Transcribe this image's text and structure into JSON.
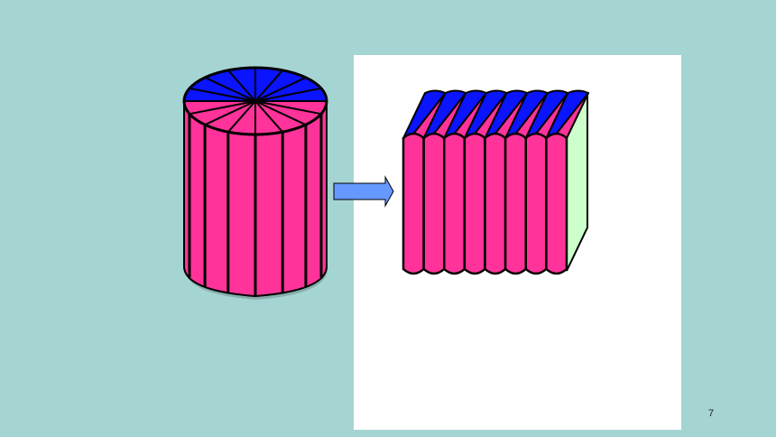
{
  "slide": {
    "page_number": "7"
  },
  "colors": {
    "background": "#a5d5d2",
    "panel": "#ffffff",
    "pink": "#ff3399",
    "blue": "#0a14ff",
    "light_green": "#ccffcc",
    "arrow": "#6699ff",
    "outline": "#000000"
  },
  "diagram": {
    "cylinder_slices": 16,
    "prism_pieces": 8
  }
}
